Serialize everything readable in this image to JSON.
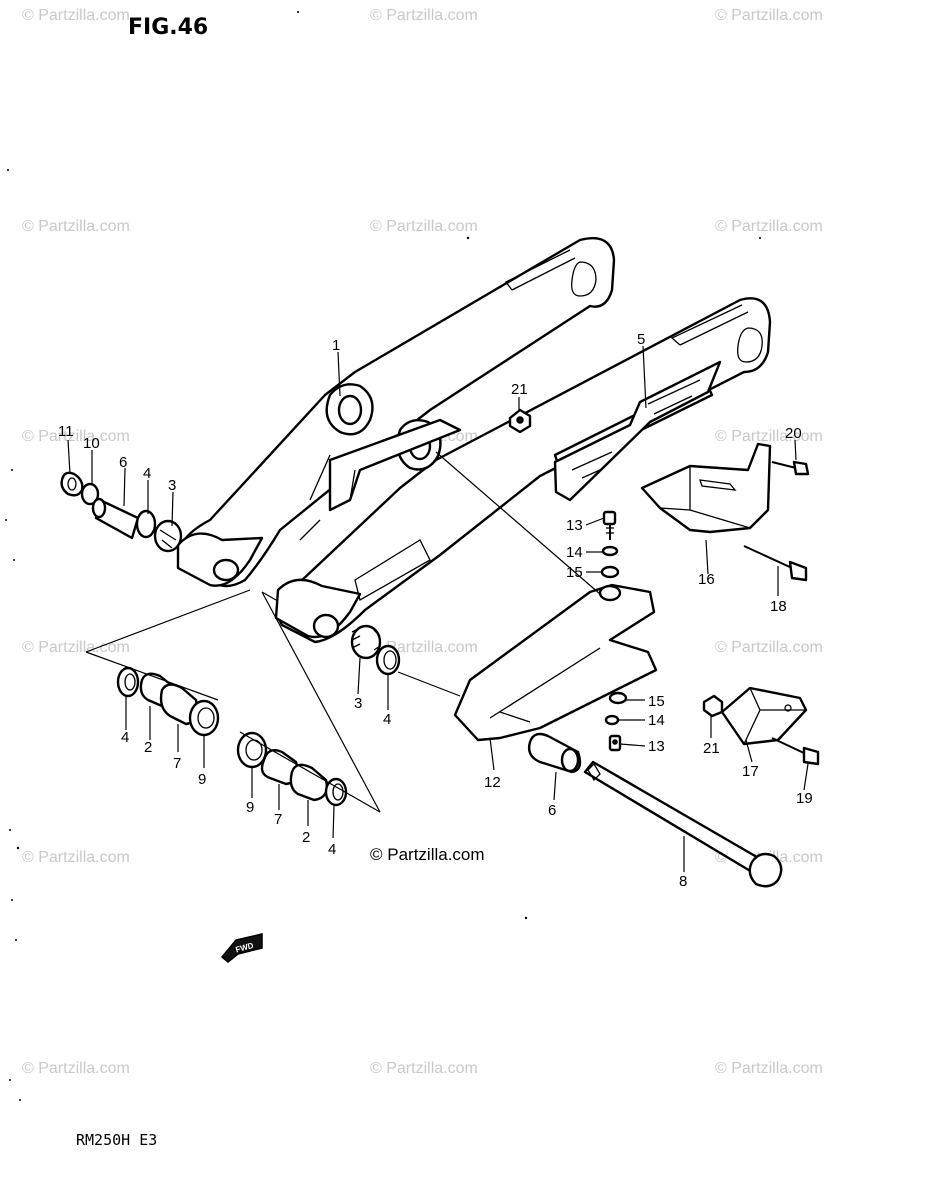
{
  "figure": {
    "title": "FIG.46",
    "model_code": "RM250H E3"
  },
  "watermark": {
    "text": "© Partzilla.com"
  },
  "credit": "© Partzilla.com",
  "fwd_label": "FWD",
  "callouts": [
    {
      "id": "c-1",
      "label": "1"
    },
    {
      "id": "c-2a",
      "label": "2"
    },
    {
      "id": "c-2b",
      "label": "2"
    },
    {
      "id": "c-3a",
      "label": "3"
    },
    {
      "id": "c-3b",
      "label": "3"
    },
    {
      "id": "c-4a",
      "label": "4"
    },
    {
      "id": "c-4b",
      "label": "4"
    },
    {
      "id": "c-4c",
      "label": "4"
    },
    {
      "id": "c-4d",
      "label": "4"
    },
    {
      "id": "c-5",
      "label": "5"
    },
    {
      "id": "c-6a",
      "label": "6"
    },
    {
      "id": "c-6b",
      "label": "6"
    },
    {
      "id": "c-7a",
      "label": "7"
    },
    {
      "id": "c-7b",
      "label": "7"
    },
    {
      "id": "c-8",
      "label": "8"
    },
    {
      "id": "c-9a",
      "label": "9"
    },
    {
      "id": "c-9b",
      "label": "9"
    },
    {
      "id": "c-10",
      "label": "10"
    },
    {
      "id": "c-11",
      "label": "11"
    },
    {
      "id": "c-12",
      "label": "12"
    },
    {
      "id": "c-13a",
      "label": "13"
    },
    {
      "id": "c-13b",
      "label": "13"
    },
    {
      "id": "c-14a",
      "label": "14"
    },
    {
      "id": "c-14b",
      "label": "14"
    },
    {
      "id": "c-15a",
      "label": "15"
    },
    {
      "id": "c-15b",
      "label": "15"
    },
    {
      "id": "c-16",
      "label": "16"
    },
    {
      "id": "c-17",
      "label": "17"
    },
    {
      "id": "c-18",
      "label": "18"
    },
    {
      "id": "c-19",
      "label": "19"
    },
    {
      "id": "c-20",
      "label": "20"
    },
    {
      "id": "c-21a",
      "label": "21"
    },
    {
      "id": "c-21b",
      "label": "21"
    }
  ]
}
